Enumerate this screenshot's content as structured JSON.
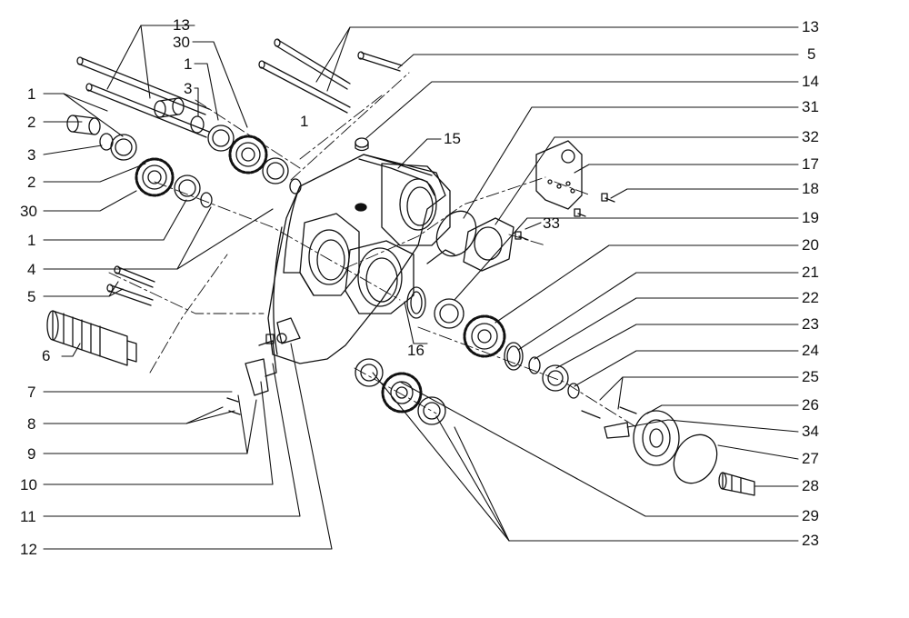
{
  "diagram": {
    "type": "exploded parts diagram",
    "line_color": "#111111",
    "background": "#ffffff",
    "callouts": {
      "l_1a": "1",
      "l_2a": "2",
      "l_3a": "3",
      "l_2b": "2",
      "l_30a": "30",
      "l_1b": "1",
      "l_4": "4",
      "l_5a": "5",
      "l_6": "6",
      "l_7": "7",
      "l_8": "8",
      "l_9": "9",
      "l_10": "10",
      "l_11": "11",
      "l_12": "12",
      "t_13a": "13",
      "t_30b": "30",
      "t_1c": "1",
      "t_3b": "3",
      "t_1d": "1",
      "r_13b": "13",
      "r_5b": "5",
      "r_14": "14",
      "r_31": "31",
      "r_32": "32",
      "r_17": "17",
      "r_18": "18",
      "r_19": "19",
      "r_20": "20",
      "r_21": "21",
      "r_22": "22",
      "r_23a": "23",
      "r_24": "24",
      "r_25": "25",
      "r_26": "26",
      "r_34": "34",
      "r_27": "27",
      "r_28": "28",
      "r_29": "29",
      "r_23b": "23",
      "c_15": "15",
      "c_16": "16",
      "c_33": "33"
    }
  }
}
